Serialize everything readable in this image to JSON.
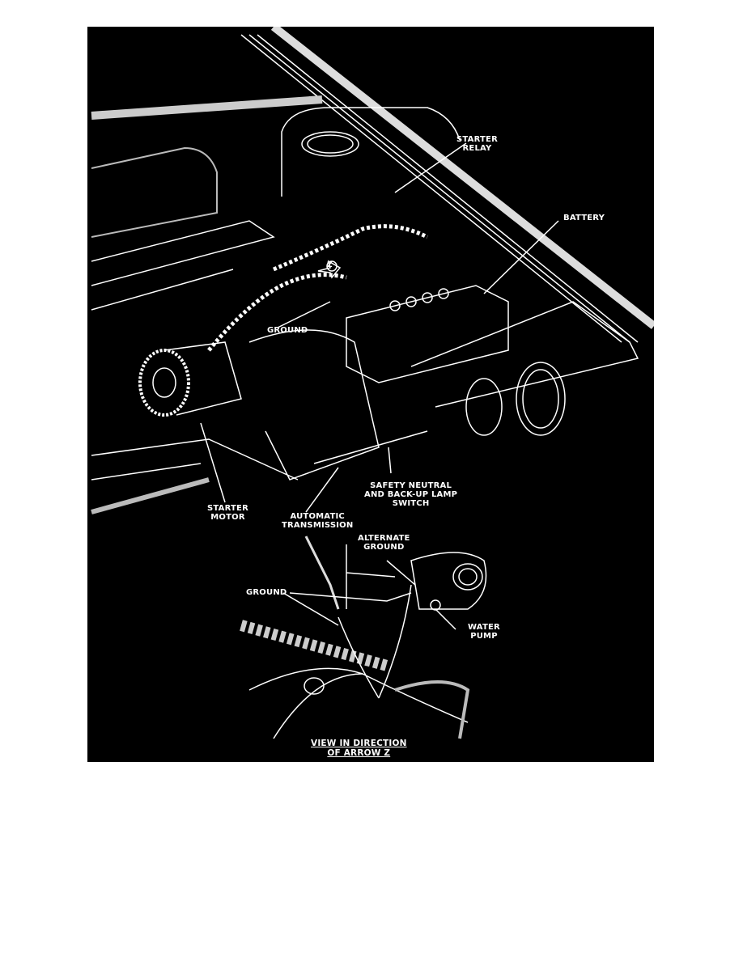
{
  "figure": {
    "background": "#000000",
    "line_color": "#ffffff",
    "main_view": {
      "labels": {
        "starter_relay": "STARTER\nRELAY",
        "battery": "BATTERY",
        "ground": "GROUND",
        "arrow_z": "Z",
        "starter_motor": "STARTER\nMOTOR",
        "automatic_transmission": "AUTOMATIC\nTRANSMISSION",
        "safety_neutral_switch": "SAFETY NEUTRAL\nAND BACK-UP LAMP\nSWITCH"
      }
    },
    "detail_view": {
      "labels": {
        "alternate_ground": "ALTERNATE\nGROUND",
        "ground": "GROUND",
        "water_pump": "WATER\nPUMP"
      },
      "caption": "VIEW IN DIRECTION\nOF ARROW Z"
    }
  }
}
